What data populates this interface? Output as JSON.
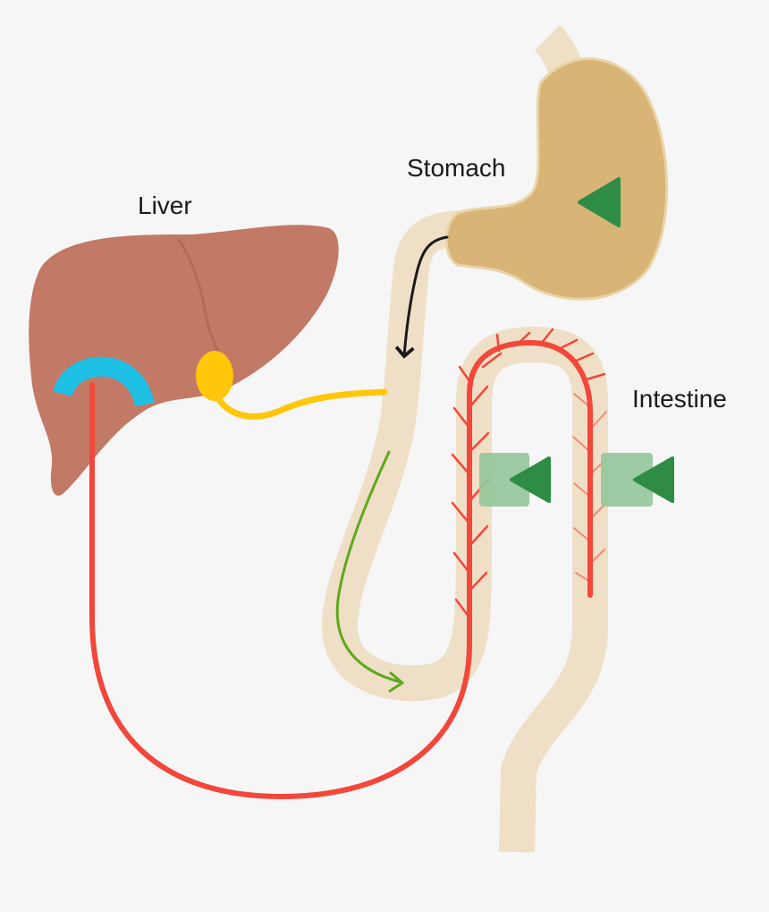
{
  "labels": {
    "liver": "Liver",
    "stomach": "Stomach",
    "intestine": "Intestine"
  },
  "colors": {
    "background": "#f6f6f6",
    "liver": "#c27966",
    "liver_shadow": "#a86555",
    "stomach": "#d8b476",
    "intestine": "#efdfc6",
    "gallbladder": "#ffc60a",
    "bile_duct": "#ffc60a",
    "blood_vessel": "#f2473a",
    "liver_marker": "#1ec0e4",
    "arrow_dark": "#1a1a1a",
    "arrow_green": "#5fa81e",
    "play_marker": "#2f8c45",
    "play_marker_bg": "#94c79a"
  },
  "icons": {
    "stomach_marker": "play-left-icon",
    "intestine_markers": [
      "camera-marker-icon",
      "camera-marker-icon"
    ],
    "liver_marker": "arc-icon"
  }
}
